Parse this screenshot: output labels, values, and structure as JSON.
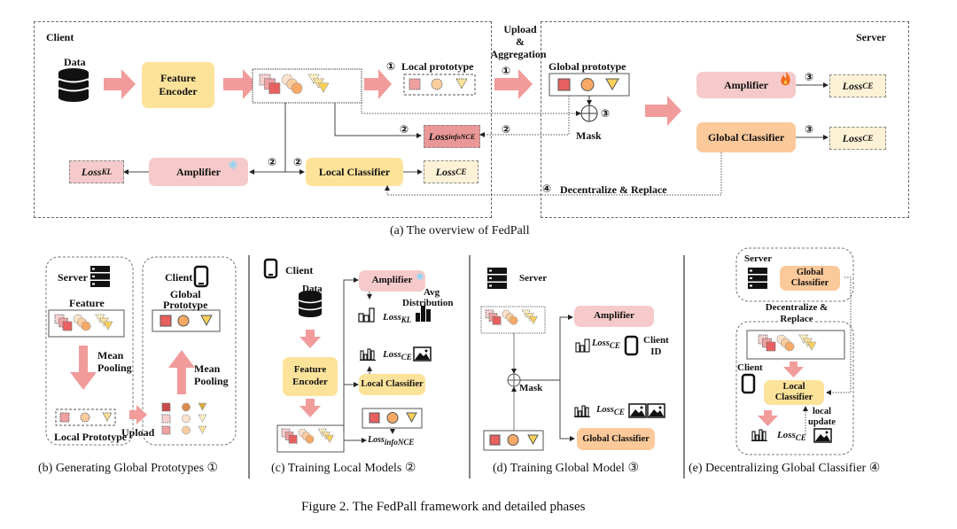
{
  "figure_caption": "Figure 2. The FedPall framework and detailed phases",
  "panel_a": {
    "caption": "(a) The overview of FedPall",
    "client_label": "Client",
    "server_label": "Server",
    "data_label": "Data",
    "feature_encoder": "Feature Encoder",
    "local_prototype": "Local prototype",
    "upload_aggregation": [
      "Upload",
      "&",
      "Aggregation"
    ],
    "global_prototype": "Global prototype",
    "mask": "Mask",
    "amplifier_client": "Amplifier",
    "local_classifier": "Local Classifier",
    "amplifier_server": "Amplifier",
    "global_classifier": "Global Classifier",
    "decentralize_replace": "Decentralize & Replace",
    "loss_kl": {
      "base": "Loss",
      "sub": "KL"
    },
    "loss_infonce": {
      "base": "Loss",
      "sub": "infoNCE"
    },
    "loss_ce": {
      "base": "Loss",
      "sub": "CE"
    },
    "step1": "①",
    "step2": "②",
    "step3": "③",
    "step4": "④"
  },
  "panel_b": {
    "caption": "(b) Generating Global Prototypes ①",
    "server_label": "Server",
    "client_label": "Client",
    "feature_label": "Feature",
    "mean_pooling": [
      "Mean",
      "Pooling"
    ],
    "local_prototype": "Local Prototype",
    "upload": "Upload",
    "global_prototype": [
      "Global",
      "Prototype"
    ]
  },
  "panel_c": {
    "caption": "(c) Training Local Models ②",
    "client_label": "Client",
    "data_label": "Data",
    "feature_encoder": "Feature Encoder",
    "amplifier": "Amplifier",
    "avg_distribution": [
      "Avg",
      "Distribution"
    ],
    "local_classifier": "Local Classifier",
    "loss_kl": {
      "base": "Loss",
      "sub": "KL"
    },
    "loss_ce": {
      "base": "Loss",
      "sub": "CE"
    },
    "loss_infonce": {
      "base": "Loss",
      "sub": "infoNCE"
    }
  },
  "panel_d": {
    "caption": "(d) Training Global Model ③",
    "server_label": "Server",
    "mask": "Mask",
    "amplifier": "Amplifier",
    "client_id": [
      "Client",
      "ID"
    ],
    "global_classifier": "Global Classifier",
    "loss_ce": {
      "base": "Loss",
      "sub": "CE"
    }
  },
  "panel_e": {
    "caption": "(e) Decentralizing Global Classifier ④",
    "server_label": "Server",
    "global_classifier": [
      "Global",
      "Classifier"
    ],
    "decentralize_replace": [
      "Decentralize &",
      "Replace"
    ],
    "client_label": "Client",
    "local_classifier": [
      "Local",
      "Classifier"
    ],
    "local_update": [
      "local",
      "update"
    ],
    "loss_ce": {
      "base": "Loss",
      "sub": "CE"
    }
  },
  "colors": {
    "arrow_pink": "#f19b9b",
    "encoder_yellow": "#fde39a",
    "amplifier_pink": "#f6caca",
    "global_classifier_orange": "#fcc99a",
    "loss_ce_fill": "#fdf2d6",
    "loss_nce_fill": "#ea9797",
    "square_red": "#e86060",
    "circle_orange": "#f7a965",
    "triangle_yellow": "#fbd15a",
    "snowflake_blue": "#8fd3f5",
    "flame_orange": "#f36a1e"
  }
}
